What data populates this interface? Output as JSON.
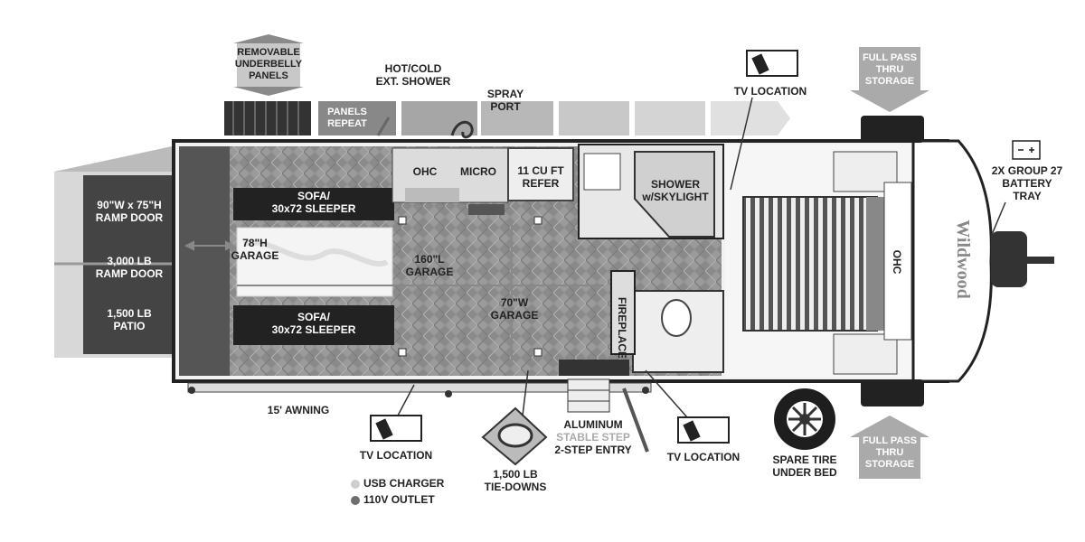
{
  "callouts": {
    "removable_underbelly": "REMOVABLE\nUNDERBELLY\nPANELS",
    "hot_cold_shower": "HOT/COLD\nEXT. SHOWER",
    "spray_port": "SPRAY\nPORT",
    "panels_repeat": "PANELS\nREPEAT",
    "tv_location_top": "TV LOCATION",
    "full_pass_top": "FULL PASS\nTHRU\nSTORAGE",
    "battery_tray": "2X GROUP 27\nBATTERY\nTRAY",
    "ramp_door_size": "90\"W x 75\"H\nRAMP DOOR",
    "ramp_door_weight": "3,000 LB\nRAMP DOOR",
    "patio": "1,500 LB\nPATIO",
    "garage_height": "78\"H\nGARAGE",
    "garage_length": "160\"L\nGARAGE",
    "garage_width": "70\"W\nGARAGE",
    "sofa_top": "SOFA/\n30x72 SLEEPER",
    "sofa_bottom": "SOFA/\n30x72 SLEEPER",
    "ohc_kitchen": "OHC",
    "micro": "MICRO",
    "refer": "11 CU FT\nREFER",
    "shower": "SHOWER\nw/SKYLIGHT",
    "fireplace": "FIREPLACE",
    "ohc_bedroom": "OHC",
    "awning": "15' AWNING",
    "tv_location_left": "TV LOCATION",
    "tie_downs": "1,500 LB\nTIE-DOWNS",
    "step_line1": "ALUMINUM",
    "step_line2": "STABLE STEP",
    "step_line3": "2-STEP ENTRY",
    "tv_location_right": "TV LOCATION",
    "spare_tire": "SPARE TIRE\nUNDER BED",
    "full_pass_bottom": "FULL PASS\nTHRU\nSTORAGE",
    "brand": "Wildwood"
  },
  "legend": [
    {
      "label": "USB CHARGER",
      "color": "#cfcfcf"
    },
    {
      "label": "110V OUTLET",
      "color": "#6e6e6e"
    }
  ]
}
